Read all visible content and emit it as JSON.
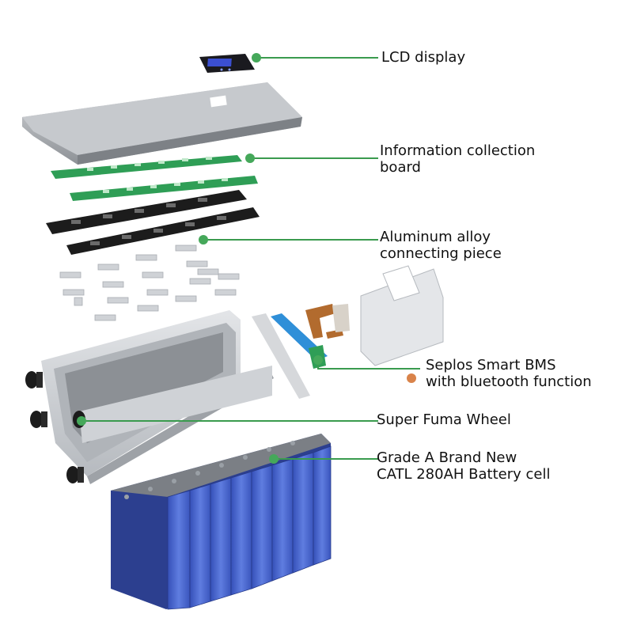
{
  "colors": {
    "leader": "#3a9b4e",
    "dot": "#45a85a",
    "label_text": "#111111",
    "cell_blue": "#3e5cc4",
    "pcb_green": "#2f9e56",
    "metal": "#c9ccd0"
  },
  "labels": [
    {
      "lines": [
        "LCD display"
      ]
    },
    {
      "lines": [
        "Information collection",
        "board"
      ]
    },
    {
      "lines": [
        "Aluminum alloy",
        "connecting piece"
      ]
    },
    {
      "lines": [
        "Seplos Smart BMS",
        "with bluetooth function"
      ]
    },
    {
      "lines": [
        "Super Fuma Wheel"
      ]
    },
    {
      "lines": [
        "Grade A Brand New",
        "CATL 280AH Battery cell"
      ]
    }
  ]
}
